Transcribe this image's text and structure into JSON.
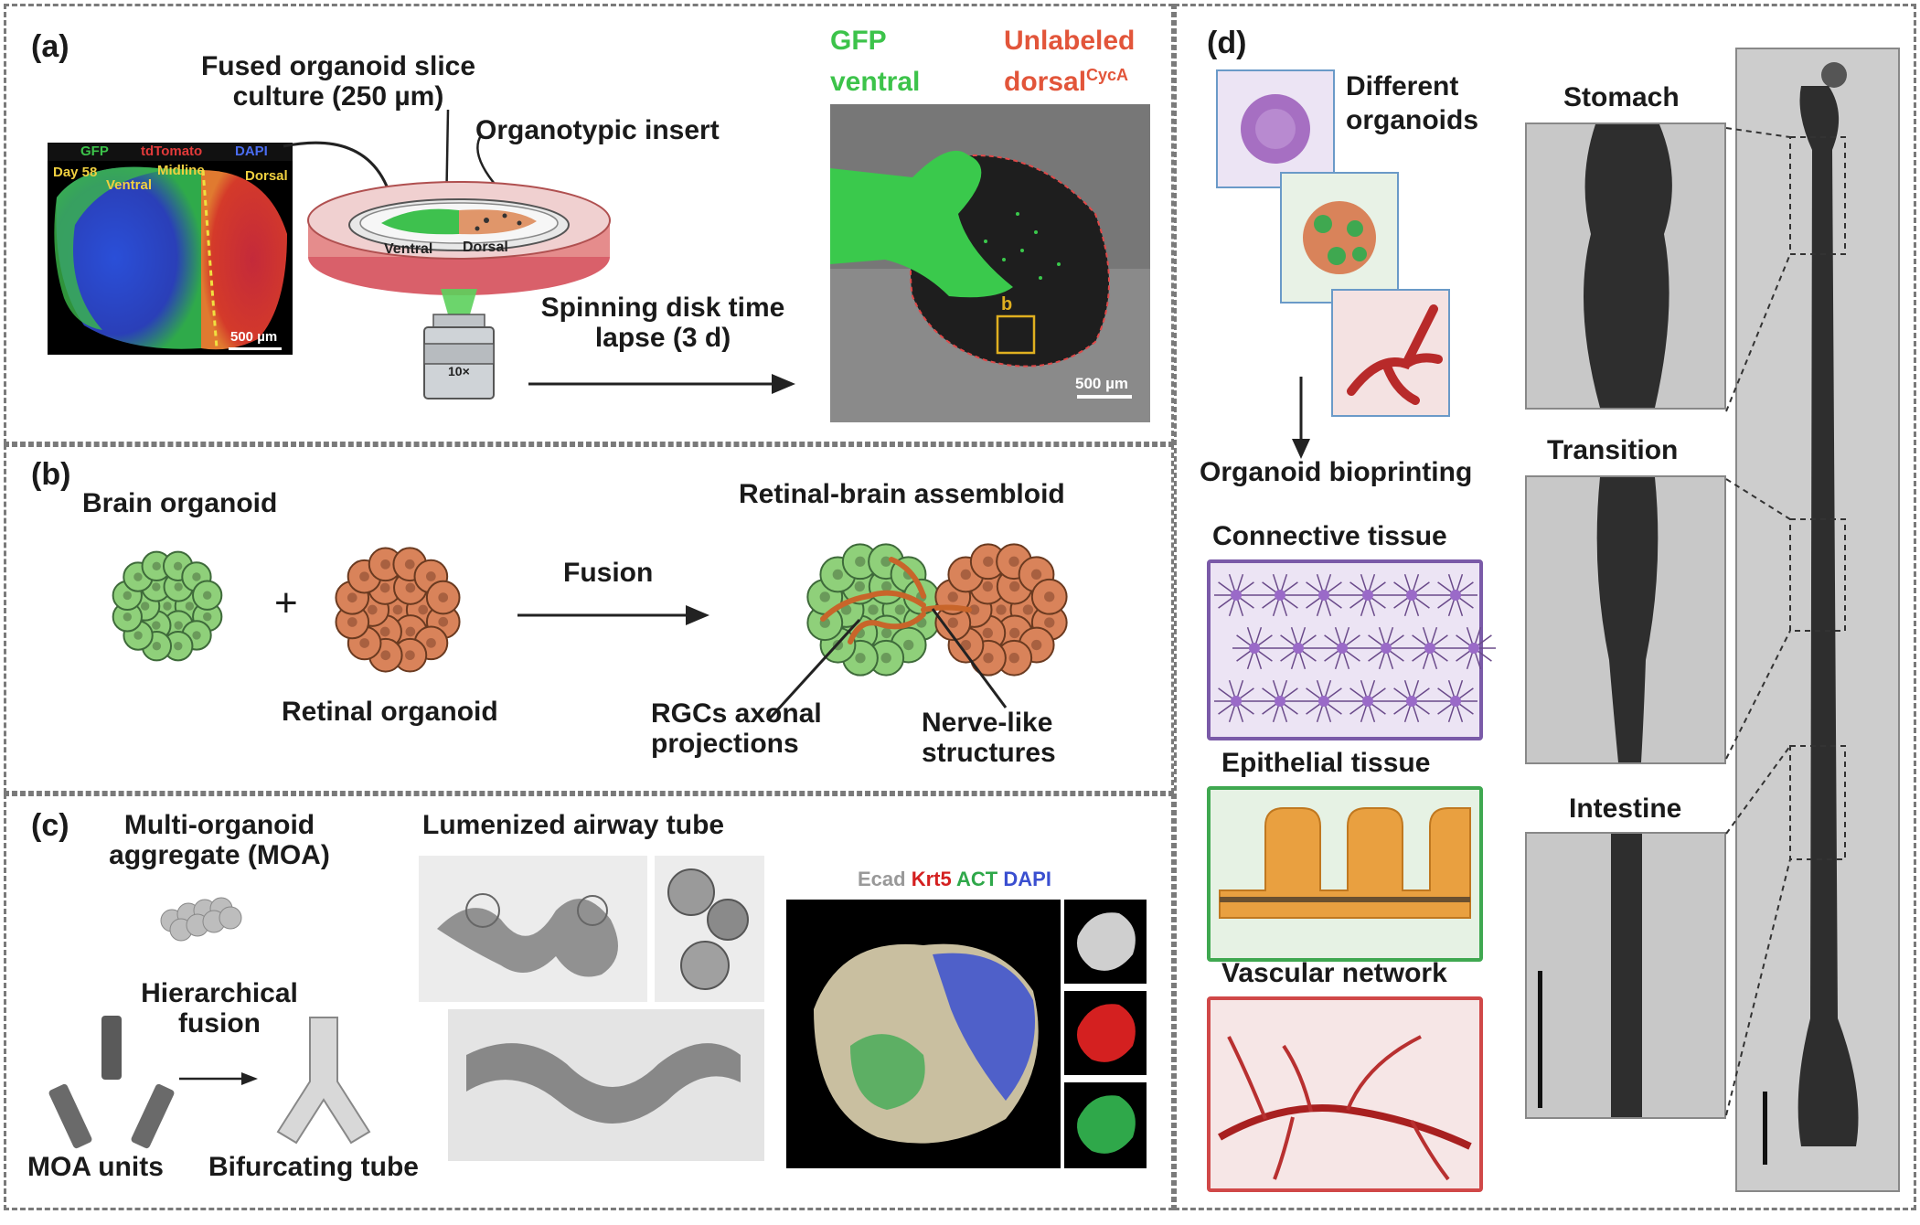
{
  "panels": {
    "a": "(a)",
    "b": "(b)",
    "c": "(c)",
    "d": "(d)"
  },
  "a": {
    "title1": "Fused organoid slice",
    "title2": "culture (250 µm)",
    "insert": "Organotypic insert",
    "ch_gfp": "GFP",
    "ch_tdt": "tdTomato",
    "ch_dapi": "DAPI",
    "day": "Day 58",
    "ventral_small": "Ventral",
    "midline": "Midline",
    "dorsal_small": "Dorsal",
    "scale1": "500 µm",
    "dish_ventral": "Ventral",
    "dish_dorsal": "Dorsal",
    "objective": "10×",
    "spin1": "Spinning disk time",
    "spin2": "lapse (3 d)",
    "gfp1": "GFP",
    "gfp2": "ventral",
    "unl1": "Unlabeled",
    "unl2": "dorsal",
    "unl_sup": "CycA",
    "roi": "b",
    "scale2": "500 µm"
  },
  "b": {
    "brain": "Brain organoid",
    "plus": "+",
    "retinal": "Retinal organoid",
    "fusion": "Fusion",
    "assembloid": "Retinal-brain assembloid",
    "rgc1": "RGCs axonal",
    "rgc2": "projections",
    "nerve1": "Nerve-like",
    "nerve2": "structures"
  },
  "c": {
    "moa1": "Multi-organoid",
    "moa2": "aggregate (MOA)",
    "hier1": "Hierarchical",
    "hier2": "fusion",
    "units": "MOA units",
    "bif": "Bifurcating tube",
    "lumen": "Lumenized airway tube",
    "ecad": "Ecad",
    "krt5": "Krt5",
    "act": "ACT",
    "dapi": "DAPI"
  },
  "d": {
    "diff1": "Different",
    "diff2": "organoids",
    "bioprint": "Organoid bioprinting",
    "connective": "Connective tissue",
    "epithelial": "Epithelial tissue",
    "vascular": "Vascular network",
    "stomach": "Stomach",
    "transition": "Transition",
    "intestine": "Intestine"
  },
  "colors": {
    "gfp_green": "#3cc34a",
    "unlabeled_red": "#e2553a",
    "brain_green": "#8fd07a",
    "retinal_orange": "#d9835a",
    "connective_border": "#7a5aa8",
    "epithelial_border": "#3fa850",
    "vascular_border": "#d04848",
    "dapi_blue": "#3a4fd0",
    "krt5_red": "#d42020",
    "act_green": "#2fa84a",
    "roi_yellow": "#e0b020"
  }
}
